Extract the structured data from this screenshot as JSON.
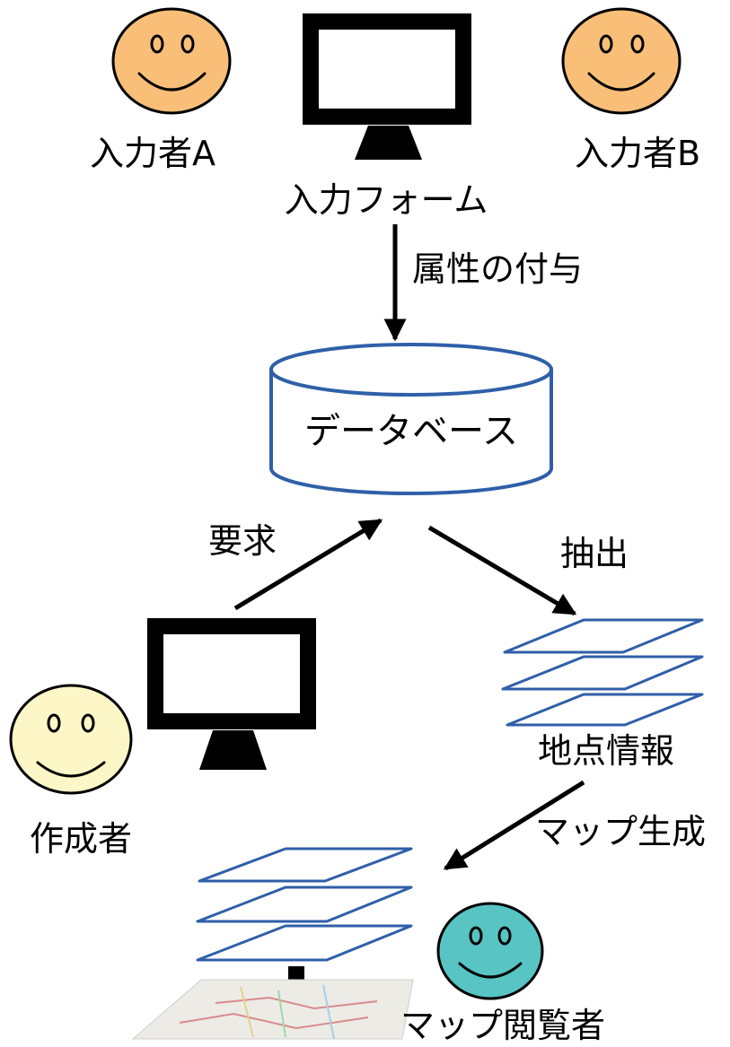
{
  "colors": {
    "face_inputter": "#f9bf78",
    "face_creator": "#fdf6c6",
    "face_viewer": "#58c4c4",
    "layer_outline": "#2f5fa8",
    "db_outline": "#2f5fa8"
  },
  "icons": [
    "smiley-icon",
    "monitor-icon",
    "database-icon",
    "layers-icon",
    "map-icon"
  ],
  "labels": {
    "inputter_a": "入力者A",
    "inputter_b": "入力者B",
    "input_form": "入力フォーム",
    "attribute_assign": "属性の付与",
    "database": "データベース",
    "request": "要求",
    "extract": "抽出",
    "creator": "作成者",
    "location_info": "地点情報",
    "map_generate": "マップ生成",
    "map_viewer": "マップ閲覧者"
  }
}
